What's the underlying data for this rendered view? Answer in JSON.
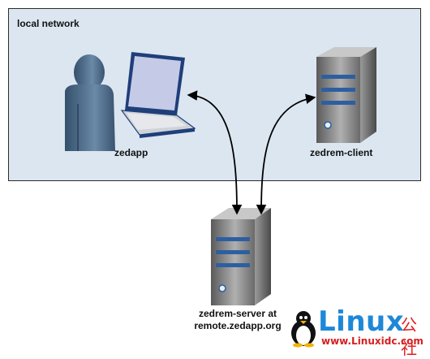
{
  "diagram": {
    "zone_label": "local network",
    "nodes": {
      "zedapp": "zedapp",
      "client": "zedrem-client",
      "server_line1": "zedrem-server at",
      "server_line2": "remote.zedapp.org"
    }
  },
  "watermark": {
    "brand": "Linux",
    "brand_cn": "公社",
    "url": "www.Linuxidc.com"
  },
  "colors": {
    "zone_fill": "#dce6f1",
    "server_body": "#6e6e6e",
    "server_stripe": "#2d5fa0",
    "person": "#4a6a8a",
    "arrow": "#000000",
    "watermark_blue": "#1e88d8",
    "watermark_red": "#d42020"
  }
}
